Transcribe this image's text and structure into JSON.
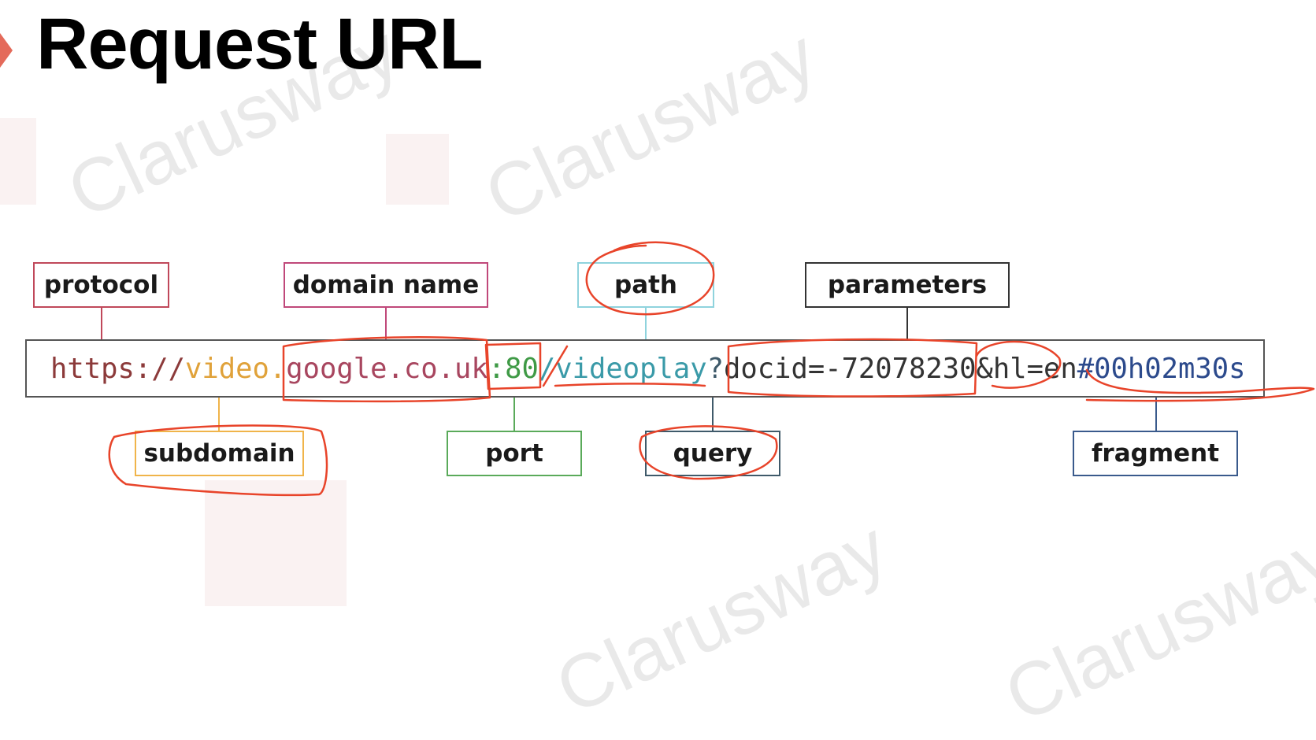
{
  "title": "Request URL",
  "watermark": "Clarusway",
  "url_segments": [
    {
      "key": "protocol",
      "text": "https://",
      "color": "#8c3a3a"
    },
    {
      "key": "subdomain",
      "text": "video.",
      "color": "#e0a23a"
    },
    {
      "key": "domain",
      "text": "google.co.uk",
      "color": "#a8465f"
    },
    {
      "key": "port",
      "text": ":80",
      "color": "#3f9a46"
    },
    {
      "key": "path",
      "text": "/videoplay",
      "color": "#3a9aa8"
    },
    {
      "key": "query",
      "text": "?",
      "color": "#3f5a6a"
    },
    {
      "key": "parameters",
      "text": "docid=-72078230&hl=en",
      "color": "#333333"
    },
    {
      "key": "fragment",
      "text": "#00h02m30s",
      "color": "#2c4a8c"
    }
  ],
  "labels": {
    "protocol": "protocol",
    "domain_name": "domain name",
    "path": "path",
    "parameters": "parameters",
    "subdomain": "subdomain",
    "port": "port",
    "query": "query",
    "fragment": "fragment"
  },
  "colors": {
    "protocol": "#c0485a",
    "domain_name": "#c0487a",
    "path": "#8fd3dd",
    "parameters": "#333333",
    "subdomain": "#f0b44a",
    "port": "#5aaa5a",
    "query": "#3f5a6a",
    "fragment": "#3a5a8c",
    "annotation": "#e8442a"
  }
}
